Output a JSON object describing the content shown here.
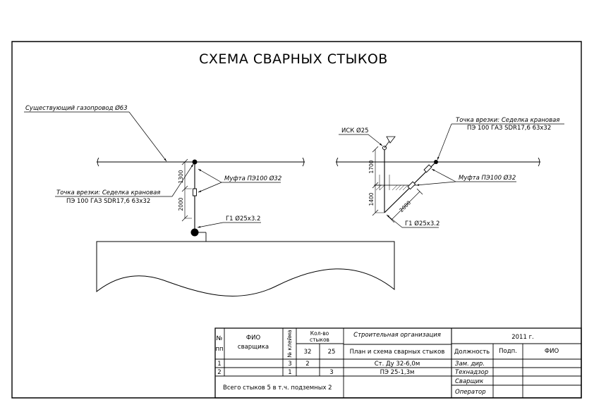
{
  "title": "СХЕМА СВАРНЫХ СТЫКОВ",
  "left_scheme": {
    "existing_pipe": "Существующий газопровод Ø63",
    "tap_point_line1": "Точка врезки: Седелка крановая",
    "tap_point_line2": "ПЭ 100 ГАЗ SDR17,6 63х32",
    "coupling": "Муфта ПЭ100 Ø32",
    "pipe": "Г1 Ø25х3.2",
    "dim_upper": "1300",
    "dim_lower": "2000"
  },
  "right_scheme": {
    "valve": "ИСК Ø25",
    "tap_point_line1": "Точка врезки: Седелка крановая",
    "tap_point_line2": "ПЭ 100 ГАЗ SDR17,6 63х32",
    "coupling": "Муфта ПЭ100 Ø32",
    "pipe": "Г1 Ø25х3.2",
    "dim_upper": "1700",
    "dim_lower": "1400",
    "dim_diagonal": "2000"
  },
  "table": {
    "col_num_line1": "№",
    "col_num_line2": "пп",
    "col_fio_line1": "ФИО",
    "col_fio_line2": "сварщика",
    "col_stamp": "№ клейма",
    "col_joints_line1": "Кол-во",
    "col_joints_line2": "стыков",
    "col_d32": "32",
    "col_d25": "25",
    "org": "Строительная организация",
    "year": "2011 г.",
    "plan": "План и схема сварных стыков",
    "hdr_position": "Должность",
    "hdr_sign": "Подп.",
    "hdr_fio": "ФИО",
    "rows": [
      {
        "num": "1",
        "stamp": "3",
        "d32": "2",
        "d25": "",
        "material": "Ст. Ду 32-6,0м",
        "position": "Зам. дир."
      },
      {
        "num": "2",
        "stamp": "1",
        "d32": "",
        "d25": "3",
        "material": "ПЭ 25-1,3м",
        "position": "Технадзор"
      }
    ],
    "total": "Всего стыков 5 в т.ч. подземных 2",
    "position_welder": "Сварщик",
    "position_operator": "Оператор"
  }
}
